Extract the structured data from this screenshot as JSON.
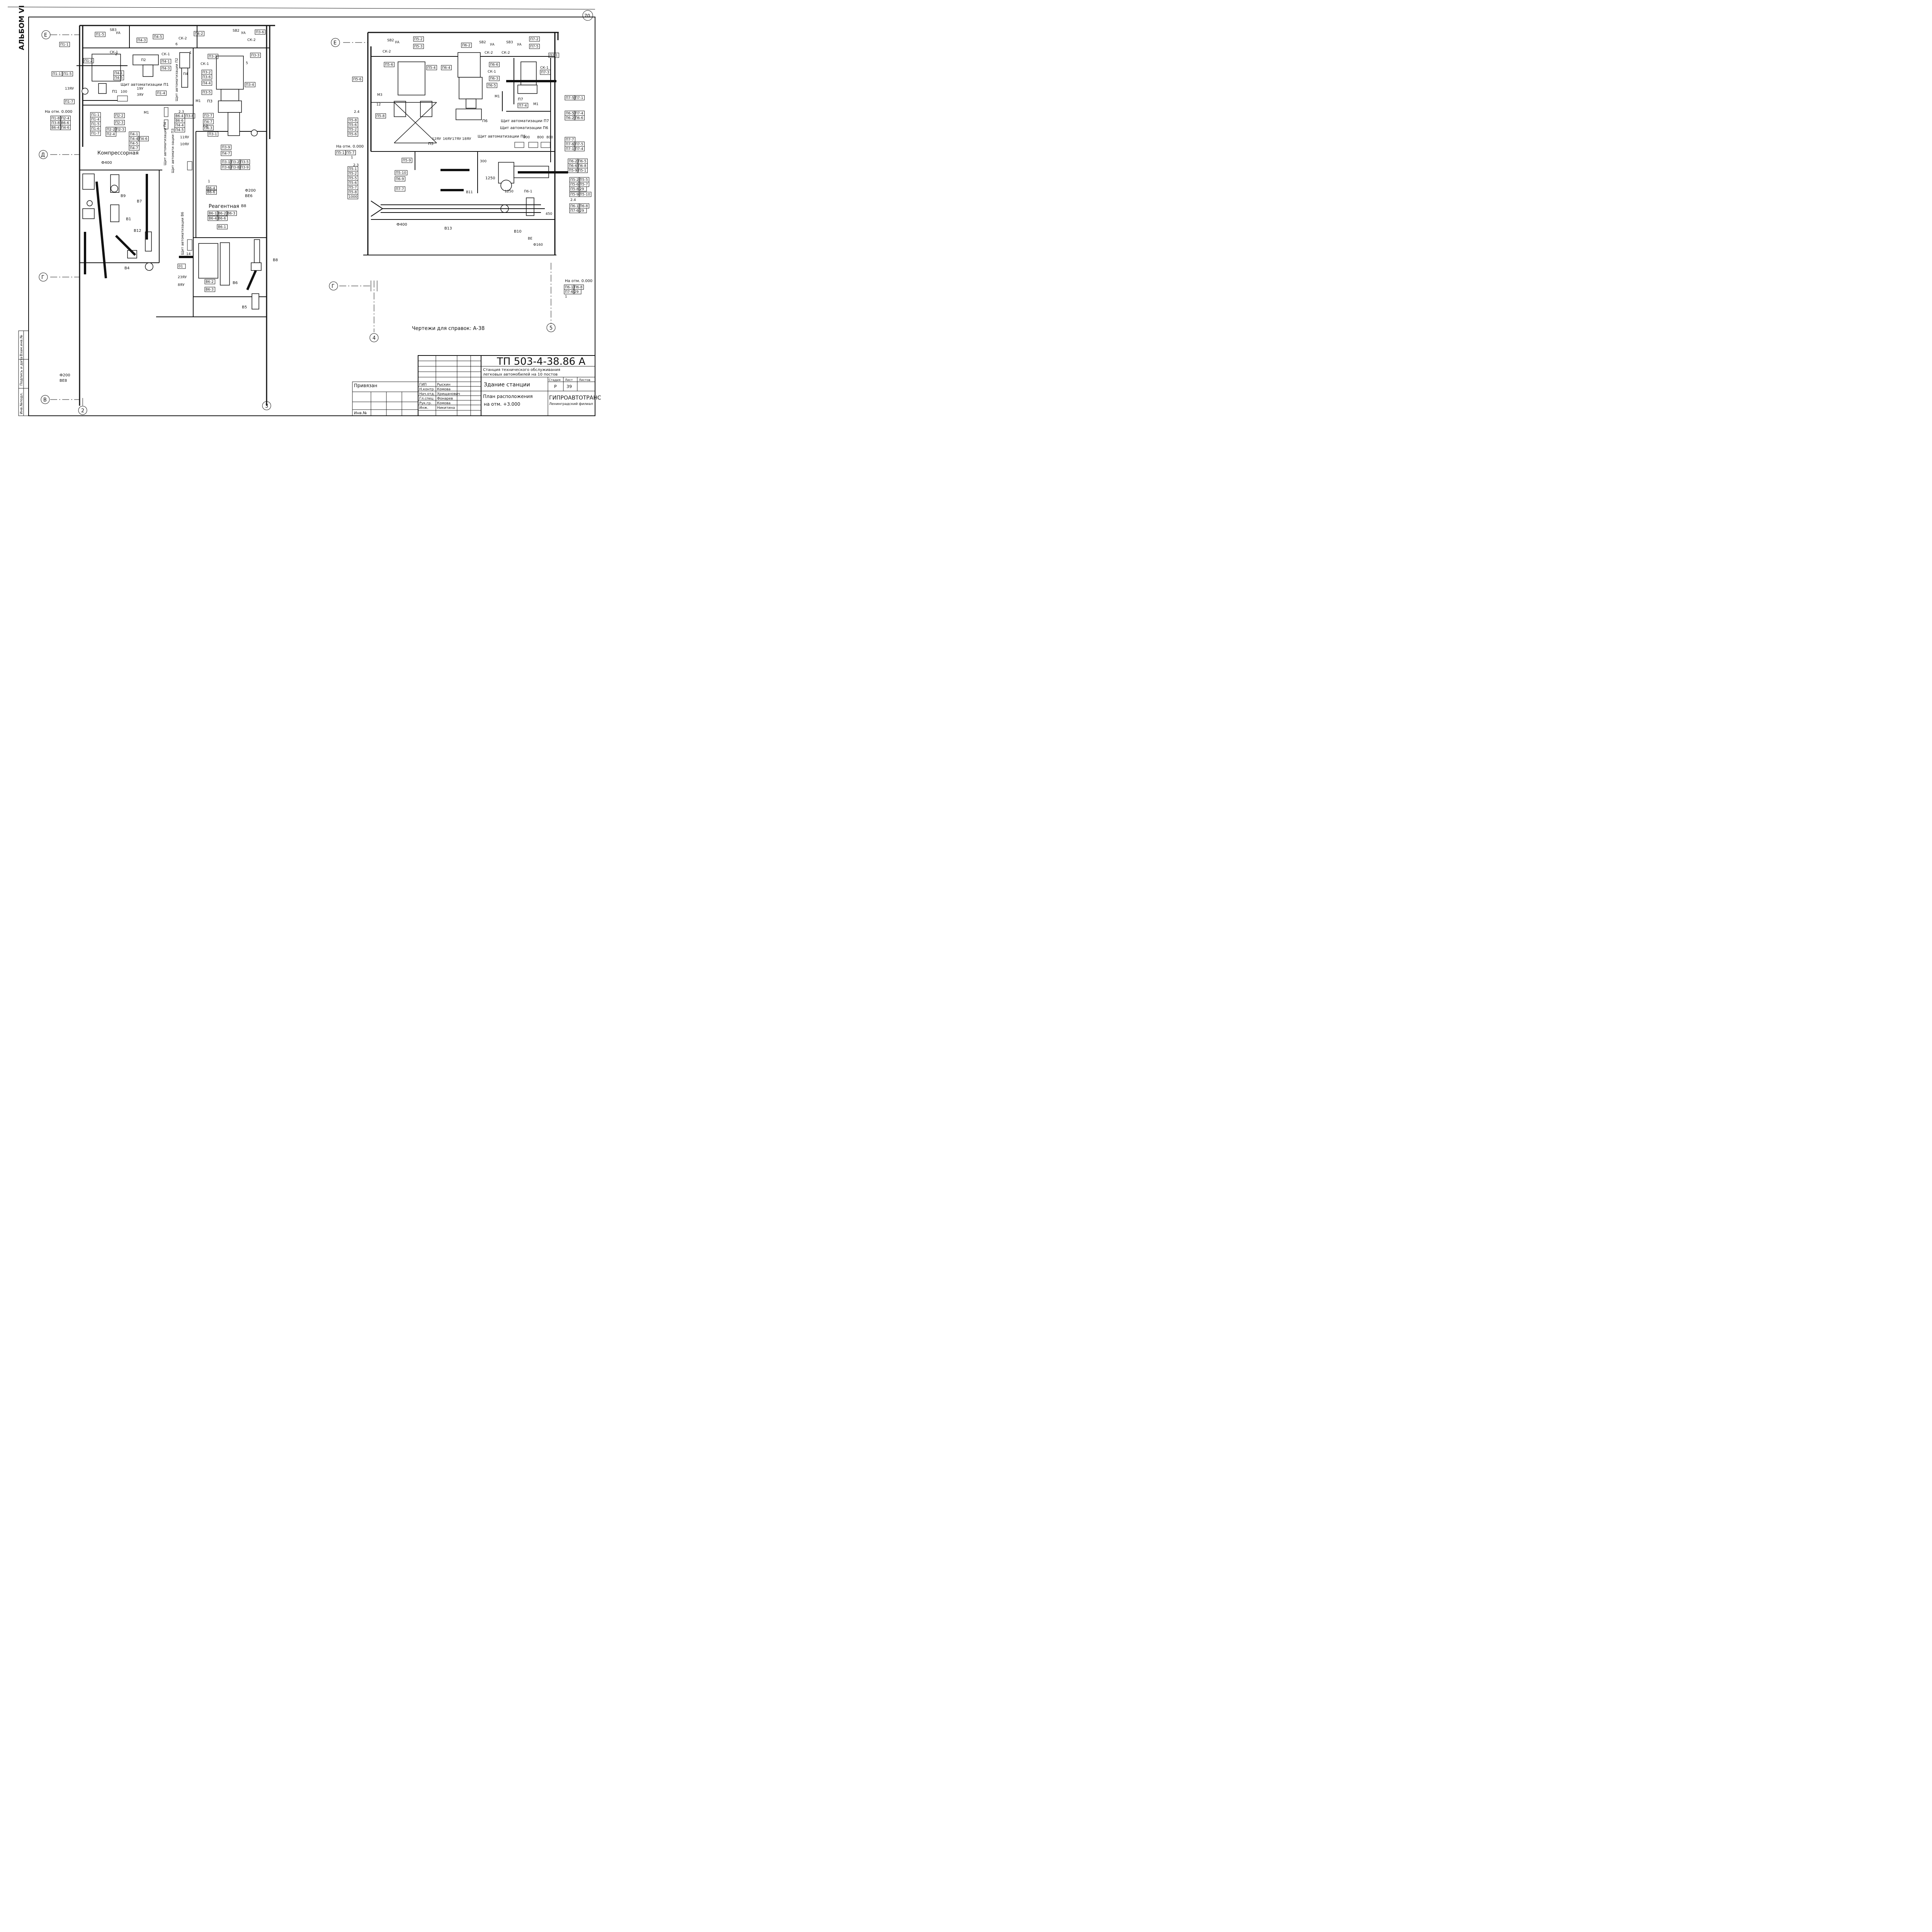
{
  "album": "АЛЬБОМ VI",
  "sheet_corner": "70",
  "axes": {
    "E": "Е",
    "D": "Д",
    "G": "Г",
    "V": "В",
    "a2": "2",
    "a3": "3",
    "a4": "4",
    "a5": "5"
  },
  "rooms": {
    "compressor": "Компрессорная",
    "reagent": "Реагентная"
  },
  "left_plan": {
    "tags_top": [
      "П1-5",
      "SB3",
      "УА",
      "П4-3",
      "П4-5",
      "СК-2",
      "П4-2",
      "SB2",
      "УА",
      "П3-6",
      "СК-2",
      "П1-1",
      "СК-1",
      "П2",
      "СК-1",
      "П4-1",
      "П4-3",
      "П3-2",
      "П3-3",
      "П1-2",
      "П4-1",
      "П4-5",
      "П4",
      "СК-1",
      "П3-2",
      "П3-6",
      "П4-4",
      "П1-1",
      "П1-5"
    ],
    "shield_p1": "Щит автоматизации П1",
    "shield_p2": "Щит автоматизации П2",
    "shield_p4": "Щит автоматизации П4",
    "shield_p3": "Щит автомати-зации П3",
    "shield_v6": "Щит автоматизации В6",
    "mark_level": "На отм. 0.000",
    "labels": [
      "13ЯУ",
      "19У",
      "3ЯУ",
      "100",
      "П1-4",
      "П1-7",
      "П3-5",
      "П3-4",
      "П1",
      "М1",
      "М1",
      "П3",
      "П3-7",
      "П4-7",
      "П4-3",
      "П1-8",
      "П2-4",
      "П3-8",
      "В6-6",
      "В6-4",
      "П4-6",
      "П1-1",
      "П1-4",
      "П1-5",
      "П1-6",
      "П1-7",
      "П2-2",
      "П2-3",
      "П2-2",
      "П2-3",
      "П2-4",
      "П4-1",
      "П4-4",
      "П4-5",
      "П4-6",
      "П4-7",
      "2.3",
      "В6-4",
      "П3-8",
      "В6-6",
      "П4-4",
      "П4-5",
      "11ЯУ",
      "10ЯУ",
      "П3-9",
      "П4-7",
      "П3-1",
      "П3-2",
      "П3-5",
      "П3-6",
      "П3-8",
      "П3-9",
      "П3-1",
      "7.2",
      "В6-4",
      "В6-6",
      "В6-1",
      "В6-2",
      "В6-3",
      "В6-4",
      "В6-6",
      "В6-1",
      "Ф400",
      "В9",
      "В1",
      "В7",
      "В8",
      "В12",
      "В4",
      "Ф200",
      "ВЕ6",
      "14",
      "01",
      "23ЯУ",
      "8ЯУ",
      "В6-2",
      "В6-3",
      "В6",
      "В8",
      "В5",
      "Ф200",
      "ВЕ8",
      "1",
      "5",
      "6",
      "2",
      "1"
    ]
  },
  "right_plan": {
    "tags_top": [
      "SB2",
      "УА",
      "П5-2",
      "SB2",
      "УА",
      "П6-2",
      "SB3",
      "УА",
      "П7-2",
      "СК-2",
      "П5-3",
      "СК-2",
      "СК-2",
      "П7-5",
      "П7-1",
      "П5-6",
      "П5-4",
      "П6-4",
      "П6-6",
      "П7-3",
      "СК-1",
      "СК-1",
      "П6-3",
      "П6-5",
      "П5-6",
      "М3",
      "М1",
      "М1",
      "П7",
      "П7-4",
      "П7-5",
      "П7-1",
      "П5-8",
      "2.4",
      "П6-5",
      "П7-4",
      "П6-2",
      "П6-6",
      "П5-8",
      "П5-6",
      "П5-2",
      "П5-6",
      "П6",
      "П5"
    ],
    "shield_p7": "Щит автоматизации П7",
    "shield_p6": "Щит автоматизации П6",
    "shield_p5": "Щит автоматизации П5",
    "mark_level": "На отм. 0.000",
    "mark_level_2": "На отм. 0.000",
    "labels": [
      "12",
      "12ЯУ",
      "16ЯУ",
      "17ЯУ",
      "18ЯУ",
      "800",
      "800",
      "800",
      "П7-7",
      "П7-6",
      "П7-5",
      "П7-1",
      "П7-4",
      "П5-1",
      "П5-7",
      "1",
      "П5-9",
      "П5-10",
      "П6-9",
      "П7-7",
      "2.3",
      "П5-1",
      "П5-2",
      "П5-5",
      "П5-6",
      "П5-7",
      "П5-8",
      "1000",
      "300",
      "В11",
      "1250",
      "1250",
      "П6-1",
      "П6-2",
      "П6-5",
      "П6-6",
      "П6-8",
      "П5-9",
      "П5-1",
      "П5-2",
      "П5-5",
      "П5-6",
      "П5-7",
      "П5-8",
      "29",
      "П5-9",
      "П5-10",
      "2.4",
      "П6-1",
      "П6-8",
      "П7-6",
      "29",
      "Ф400",
      "В13",
      "В10",
      "ВЕ",
      "Ф160",
      "450",
      "П6-1",
      "П6-8",
      "П7-6",
      "29",
      "1"
    ],
    "reference": "Чертежи для справок: А-38"
  },
  "title_block": {
    "code": "ТП 503-4-38.86 А",
    "object_line1": "Станция технического обслуживания",
    "object_line2": "легковых автомобилей на 10 постов",
    "building": "Здание станции",
    "sheet_title_1": "План расположения",
    "sheet_title_2": "на отм. +3.000",
    "stage_h": "Стадия",
    "sheet_h": "Лист",
    "sheets_h": "Листов",
    "stage": "Р",
    "sheet": "39",
    "org_1": "ГИПРОАВТОТРАНС",
    "org_2": "Ленинградский филиал",
    "privyazan": "Привязан",
    "inv": "Инв.№",
    "roles": [
      "ГИП",
      "Н.контр",
      "Нач.отд.",
      "Гл.спец",
      "Рук.гр.",
      "Инж."
    ],
    "names": [
      "Рыскин",
      "Комова",
      "Хрищанович",
      "Фонарев",
      "Комова",
      "Никитина"
    ]
  },
  "side_stamp": [
    "Инв.№подл.",
    "Подпись и дата",
    "Взам.инв.№"
  ]
}
